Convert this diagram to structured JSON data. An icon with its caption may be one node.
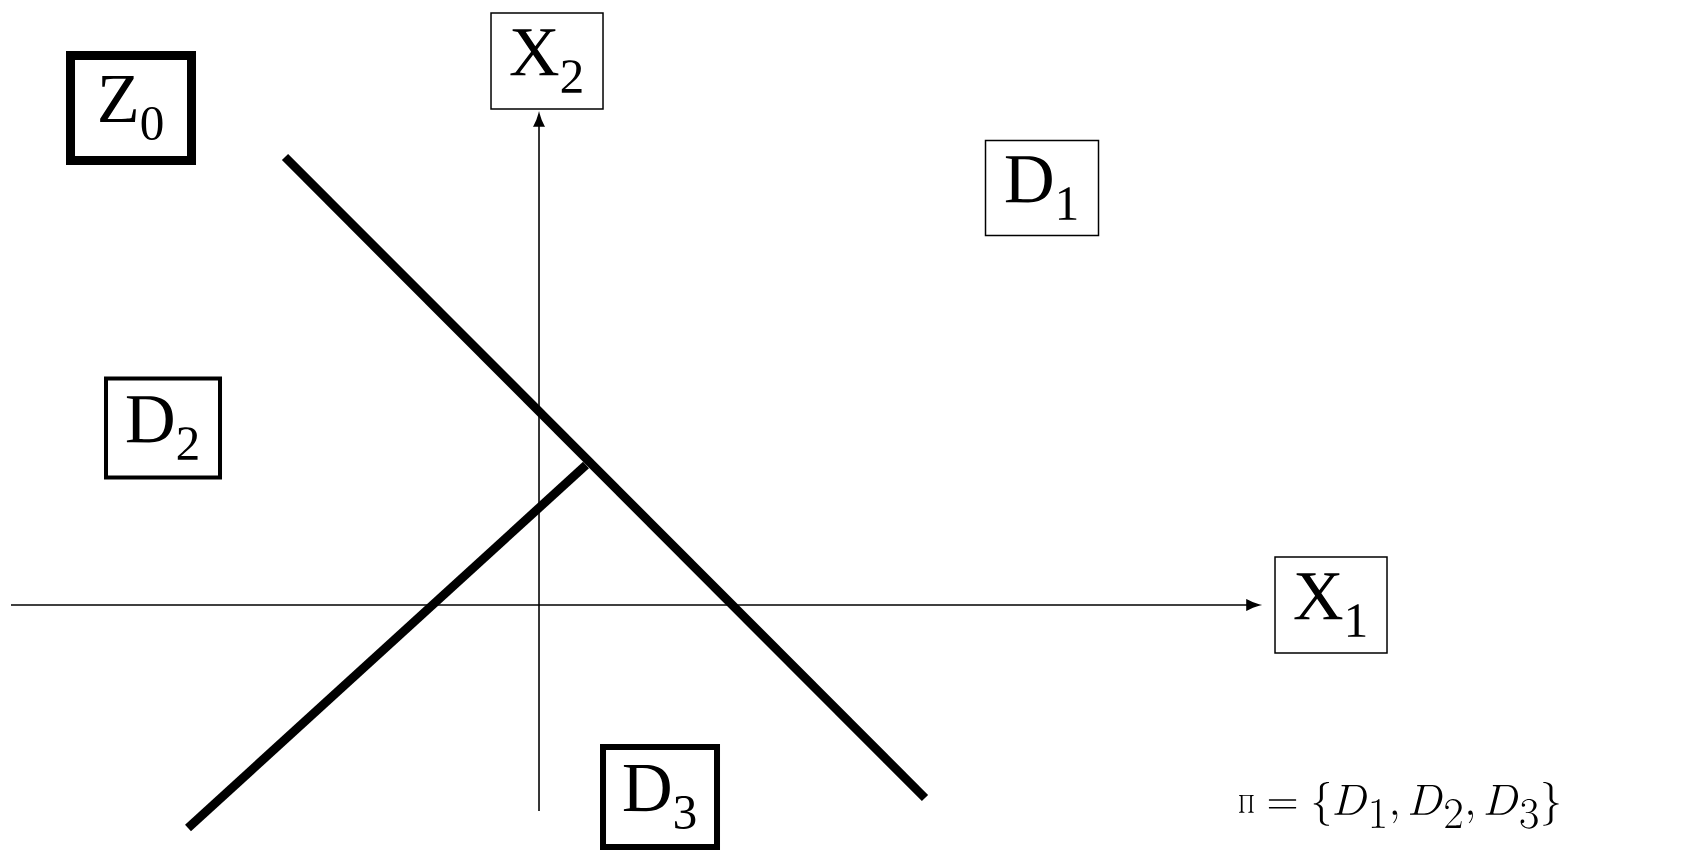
{
  "diagram": {
    "nodes": [
      {
        "text": [
          "Z$_{0}$"
        ]
      },
      {
        "text": [
          "X$_{2}$"
        ]
      },
      {
        "text": [
          "D$_{1}$"
        ]
      },
      {
        "text": [
          "D$_{2}$"
        ]
      },
      {
        "text": [
          "X$_{1}$"
        ]
      },
      {
        "text": [
          "D$_{3}$"
        ]
      }
    ],
    "labels": [
      "\\prod = \\{D_1, D_2, D_3\\}"
    ]
  }
}
